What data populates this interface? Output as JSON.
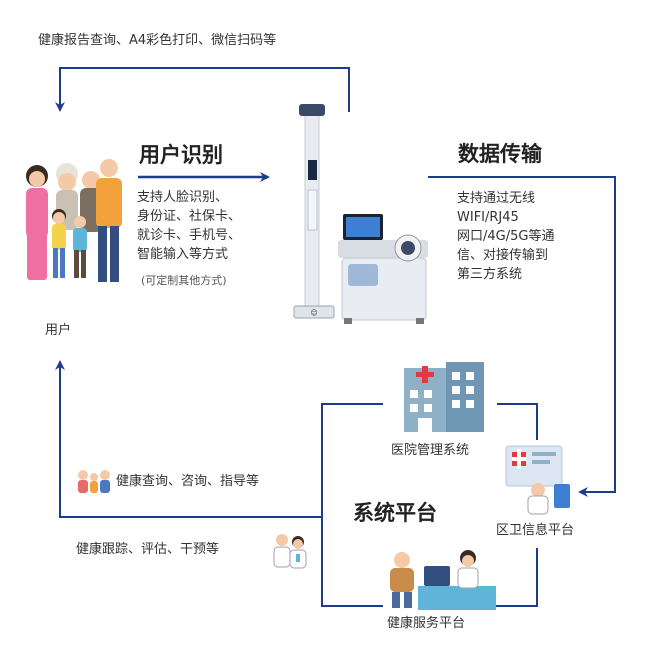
{
  "top_note": "健康报告查询、A4彩色打印、微信扫码等",
  "user_id": {
    "title": "用户识别",
    "lines": [
      "支持人脸识别、",
      "身份证、社保卡、",
      "就诊卡、手机号、",
      "智能输入等方式"
    ],
    "note": "(可定制其他方式)"
  },
  "data_transfer": {
    "title": "数据传输",
    "lines": [
      "支持通过无线",
      "WIFI/RJ45",
      "网口/4G/5G等通",
      "信、对接传输到",
      "第三方系统"
    ]
  },
  "user_label": "用户",
  "hospital_label": "医院管理系统",
  "regional_label": "区卫信息平台",
  "service_label": "健康服务平台",
  "system_platform": "系统平台",
  "health_query": "健康查询、咨询、指导等",
  "health_tracking": "健康跟踪、评估、干预等",
  "colors": {
    "arrow": "#1f3b8c",
    "accent": "#2a4aa8",
    "red_cross": "#e23b3b"
  }
}
